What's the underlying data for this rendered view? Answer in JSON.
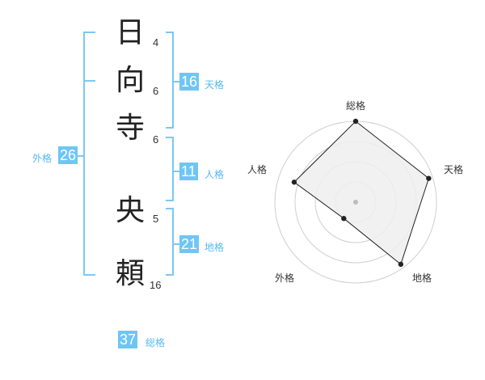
{
  "characters": [
    {
      "char": "日",
      "strokes": "4"
    },
    {
      "char": "向",
      "strokes": "6"
    },
    {
      "char": "寺",
      "strokes": "6"
    },
    {
      "char": "央",
      "strokes": "5"
    },
    {
      "char": "頼",
      "strokes": "16"
    }
  ],
  "fortunes": {
    "tenkaku": {
      "value": "16",
      "label": "天格"
    },
    "jinkaku": {
      "value": "11",
      "label": "人格"
    },
    "chikaku": {
      "value": "21",
      "label": "地格"
    },
    "gaikaku": {
      "value": "26",
      "label": "外格"
    },
    "soukaku": {
      "value": "37",
      "label": "総格"
    }
  },
  "radar": {
    "axes": [
      "総格",
      "天格",
      "地格",
      "外格",
      "人格"
    ],
    "levels": [
      1.0,
      0.95,
      0.95,
      0.25,
      0.8
    ]
  },
  "colors": {
    "accent": "#6ec6f5",
    "bracket": "#7cc8f2"
  }
}
